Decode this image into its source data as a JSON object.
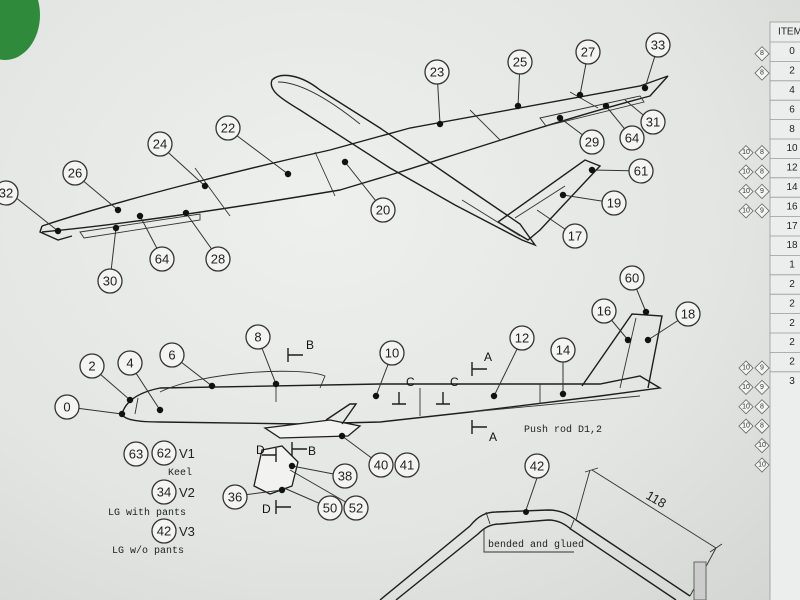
{
  "top_view": {
    "callouts": [
      "23",
      "25",
      "27",
      "33",
      "22",
      "24",
      "26",
      "32",
      "29",
      "64",
      "31",
      "61",
      "19",
      "17",
      "20",
      "64",
      "28",
      "30"
    ]
  },
  "side_view": {
    "callouts": [
      "60",
      "16",
      "18",
      "8",
      "10",
      "12",
      "14",
      "2",
      "4",
      "6",
      "0",
      "42",
      "36",
      "38",
      "40",
      "41",
      "50",
      "52"
    ],
    "section_labels": [
      "B",
      "A",
      "C",
      "C",
      "A",
      "B",
      "D",
      "D"
    ],
    "pushrod_label": "Push rod D1,2"
  },
  "variants": [
    {
      "numbers": [
        "63",
        "62"
      ],
      "code": "V1",
      "desc": "Keel"
    },
    {
      "numbers": [
        "34"
      ],
      "code": "V2",
      "desc": "LG with pants"
    },
    {
      "numbers": [
        "42"
      ],
      "code": "V3",
      "desc": "LG w/o pants"
    }
  ],
  "detail": {
    "dimension": "118",
    "note": "bended and glued"
  },
  "table": {
    "header": "ITEM",
    "items": [
      "0",
      "2",
      "4",
      "6",
      "8",
      "10",
      "12",
      "14",
      "16",
      "17",
      "18",
      "1",
      "2",
      "2",
      "2",
      "2",
      "2",
      "3"
    ],
    "badges": [
      [
        "8"
      ],
      [
        "8"
      ],
      [
        "10",
        "8"
      ],
      [
        "10",
        "8"
      ],
      [
        "10",
        "9"
      ],
      [
        "10",
        "9"
      ],
      [
        "10",
        "9"
      ],
      [
        "10",
        "9"
      ],
      [
        "10",
        "8"
      ],
      [
        "10",
        "8"
      ],
      [
        "10"
      ],
      [
        "10"
      ]
    ]
  }
}
